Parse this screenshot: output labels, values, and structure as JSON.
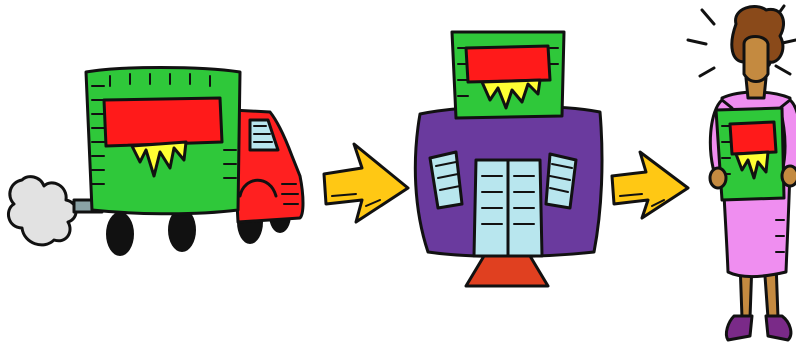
{
  "scene": {
    "steps": [
      {
        "name": "delivery-truck",
        "icon": "truck-icon"
      },
      {
        "name": "store",
        "icon": "store-icon"
      },
      {
        "name": "customer",
        "icon": "woman-with-package-icon"
      }
    ],
    "connectors": [
      "arrow-right-icon",
      "arrow-right-icon"
    ]
  },
  "colors": {
    "package_green": "#2fc83a",
    "package_label_red": "#ff1a1a",
    "package_burst_yellow": "#ffff33",
    "truck_cab_red": "#ff2020",
    "smoke_gray": "#e2e2e2",
    "arrow_yellow": "#ffc814",
    "store_purple": "#6a3a9e",
    "store_door_lightblue": "#b8e6ee",
    "store_step_red": "#e04020",
    "dress_pink": "#ef8ef0",
    "hair_brown": "#8a4a1a",
    "skin": "#c48a40",
    "shoes_purple": "#7a2a88"
  }
}
